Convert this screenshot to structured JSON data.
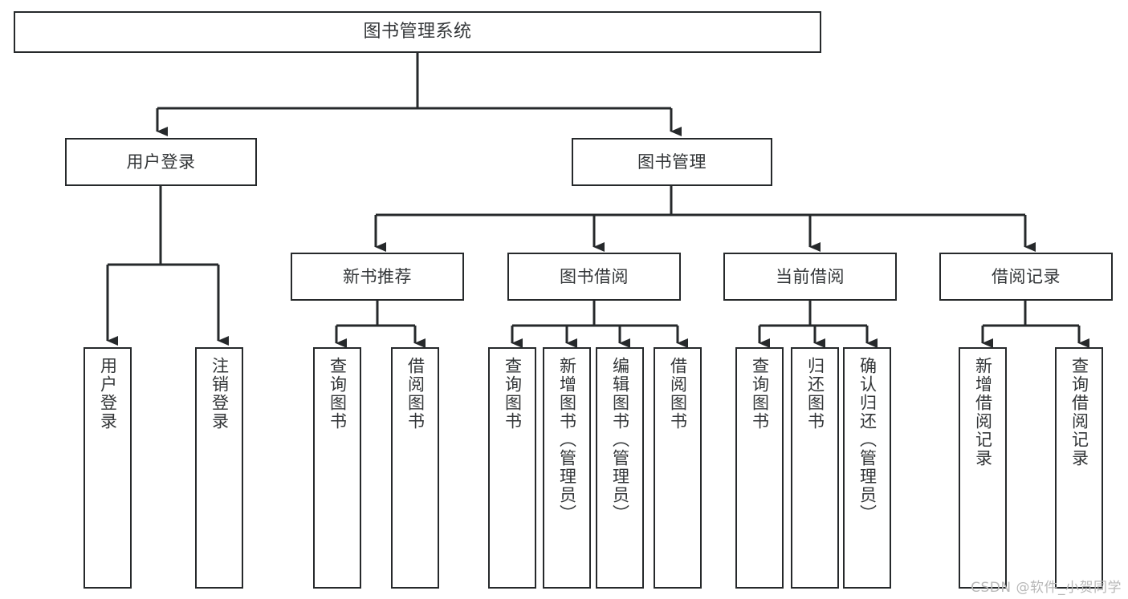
{
  "diagram": {
    "title": "图书管理系统",
    "type": "tree",
    "stroke_color": "#26292b",
    "text_color": "#333638",
    "background_color": "#ffffff",
    "watermark": "CSDN @软件_小贺同学",
    "nodes": {
      "root": {
        "label": "图书管理系统"
      },
      "level2": [
        {
          "id": "user-login",
          "label": "用户登录"
        },
        {
          "id": "book-manage",
          "label": "图书管理"
        }
      ],
      "level3": [
        {
          "id": "new-book-rec",
          "label": "新书推荐"
        },
        {
          "id": "book-borrow",
          "label": "图书借阅"
        },
        {
          "id": "current-borrow",
          "label": "当前借阅"
        },
        {
          "id": "borrow-record",
          "label": "借阅记录"
        }
      ],
      "leaves": [
        {
          "id": "leaf-user-login",
          "label": "用户登录",
          "parent": "user-login"
        },
        {
          "id": "leaf-logout",
          "label": "注销登录",
          "parent": "user-login"
        },
        {
          "id": "leaf-query-book-1",
          "label": "查询图书",
          "parent": "new-book-rec"
        },
        {
          "id": "leaf-borrow-book-1",
          "label": "借阅图书",
          "parent": "new-book-rec"
        },
        {
          "id": "leaf-query-book-2",
          "label": "查询图书",
          "parent": "book-borrow"
        },
        {
          "id": "leaf-add-book",
          "label": "新增图书（管理员）",
          "parent": "book-borrow"
        },
        {
          "id": "leaf-edit-book",
          "label": "编辑图书（管理员）",
          "parent": "book-borrow"
        },
        {
          "id": "leaf-borrow-book-2",
          "label": "借阅图书",
          "parent": "book-borrow"
        },
        {
          "id": "leaf-query-book-3",
          "label": "查询图书",
          "parent": "current-borrow"
        },
        {
          "id": "leaf-return-book",
          "label": "归还图书",
          "parent": "current-borrow"
        },
        {
          "id": "leaf-confirm-return",
          "label": "确认归还（管理员）",
          "parent": "current-borrow"
        },
        {
          "id": "leaf-add-record",
          "label": "新增借阅记录",
          "parent": "borrow-record"
        },
        {
          "id": "leaf-query-record",
          "label": "查询借阅记录",
          "parent": "borrow-record"
        }
      ]
    }
  }
}
